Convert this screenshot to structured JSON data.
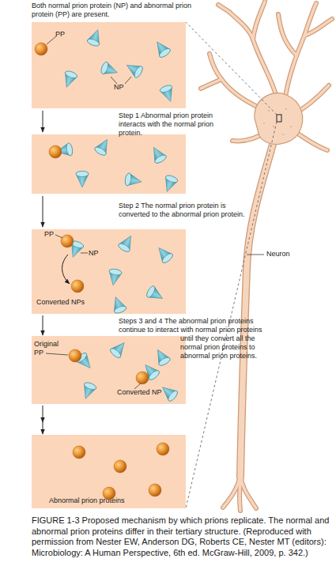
{
  "diagram": {
    "caption": "FIGURE 1-3 Proposed mechanism by which prions replicate. The normal and abnormal prion proteins differ in their tertiary structure. (Reproduced with permission from Nester EW, Anderson DG, Roberts CE, Nester MT (editors): Microbiology: A Human Perspective, 6th ed. McGraw-Hill, 2009, p. 342.)",
    "nodes": [
      {
        "text": [
          "Both normal prion protein (NP) and abnormal prion protein (PP) are present.",
          "PP",
          "NP"
        ]
      },
      {
        "text": [
          "PP",
          "NP",
          "Converted NPs"
        ]
      },
      {
        "text": [
          "Original PP",
          "Converted NP"
        ]
      },
      {
        "text": [
          "Abnormal prion proteins"
        ]
      }
    ],
    "edges": [
      {
        "from": 1,
        "to": 2,
        "arrow": "to",
        "label": "Steps 3 and 4 The abnormal prion proteins continue to interact with normal prion proteins until they convert all the normal prion proteins to abnormal prion proteins."
      },
      {
        "from": 2,
        "to": 3,
        "arrow": "to"
      }
    ],
    "labels": [
      "Step 1 Abnormal prion protein interacts with the normal prion protein.",
      "Step 2 The normal prion protein is converted to the abnormal prion protein.",
      "Neuron"
    ]
  }
}
